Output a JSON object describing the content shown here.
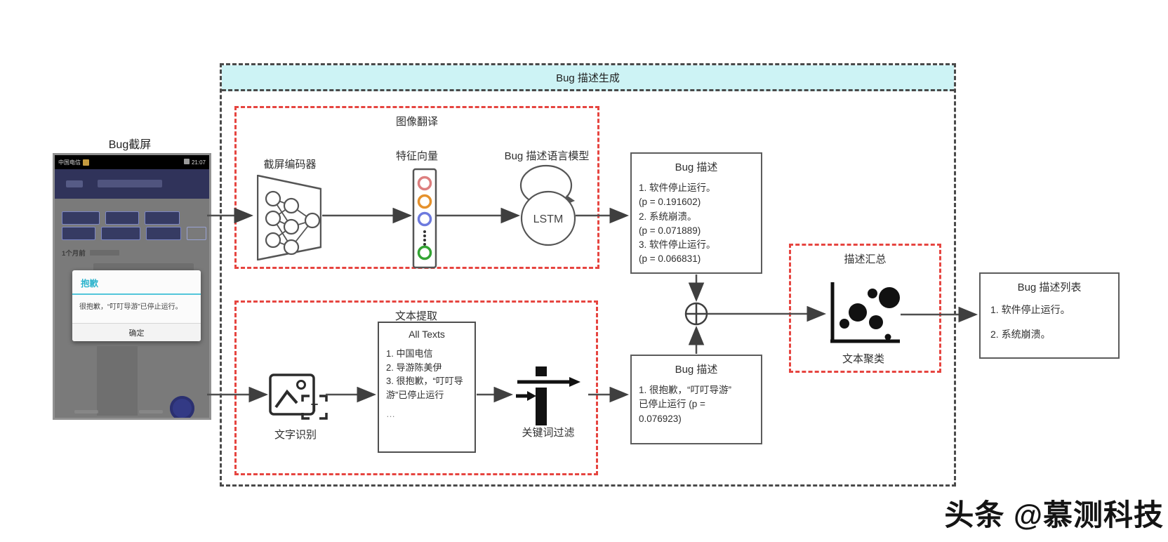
{
  "diagram": {
    "container_title": "Bug 描述生成",
    "watermark": "头条 @慕测科技"
  },
  "phone": {
    "caption": "Bug截屏",
    "carrier": "中国电信",
    "time": "21:07",
    "timestamp_label": "1个月前",
    "dialog": {
      "title": "抱歉",
      "message": "很抱歉，“叮叮导游”已停止运行。",
      "button": "确定"
    }
  },
  "image_translation": {
    "title": "图像翻译",
    "encoder_label": "截屏编码器",
    "vector_label": "特征向量",
    "language_model_label": "Bug 描述语言模型",
    "lstm_text": "LSTM"
  },
  "text_extraction": {
    "title": "文本提取",
    "ocr_label": "文字识别",
    "filter_label": "关键词过滤",
    "all_texts": {
      "title": "All Texts",
      "items": [
        "1. 中国电信",
        "2. 导游陈美伊",
        "3. 很抱歉，“叮叮导游”已停止运行",
        "…"
      ]
    }
  },
  "bug_description_top": {
    "title": "Bug 描述",
    "lines": [
      "1. 软件停止运行。",
      "(p = 0.191602)",
      "2. 系统崩溃。",
      "(p = 0.071889)",
      "3. 软件停止运行。",
      "(p = 0.066831)"
    ]
  },
  "bug_description_bottom": {
    "title": "Bug 描述",
    "lines": [
      "1. 很抱歉，“叮叮导游”",
      "已停止运行 (p =",
      "0.076923)"
    ]
  },
  "summary": {
    "title": "描述汇总",
    "cluster_label": "文本聚类"
  },
  "result": {
    "title": "Bug 描述列表",
    "items": [
      "1. 软件停止运行。",
      "2. 系统崩溃。"
    ]
  }
}
